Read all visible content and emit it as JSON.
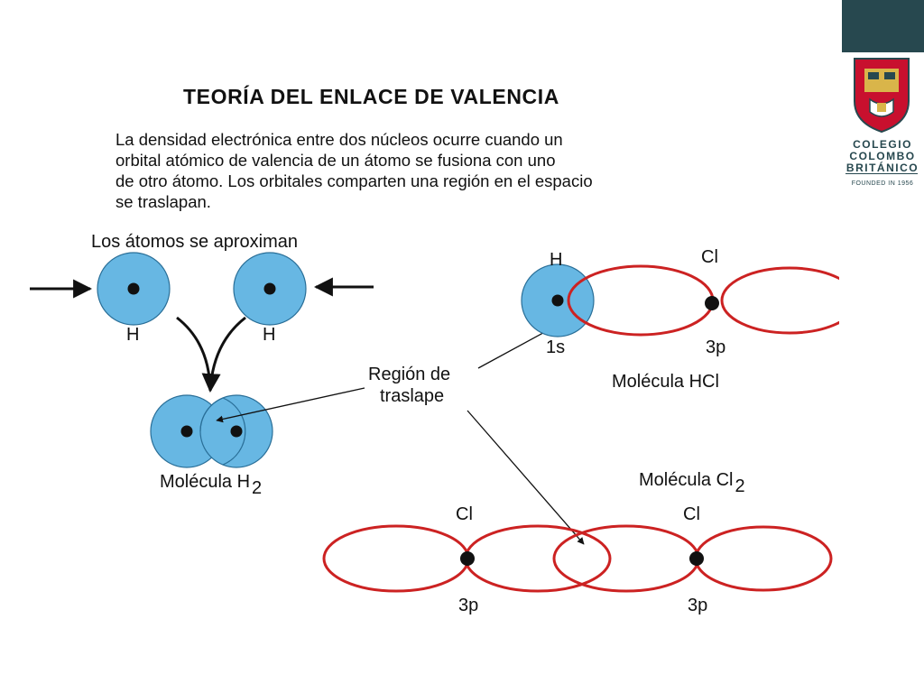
{
  "page": {
    "title": "TEORÍA DEL  ENLACE DE VALENCIA",
    "paragraph_lines": [
      "La densidad electrónica entre dos núcleos ocurre cuando un",
      "orbital atómico de valencia de un átomo se fusiona con uno",
      "de otro átomo. Los orbitales comparten una región en el espacio",
      "se traslapan."
    ]
  },
  "brand": {
    "line1": "COLEGIO",
    "line2": "COLOMBO",
    "line3": "BRITÁNICO",
    "founded": "FOUNDED IN 1956",
    "colors": {
      "dark": "#27484f",
      "crest_red": "#c8102e",
      "crest_gold": "#d9b54a"
    }
  },
  "diagram": {
    "approach_label": "Los átomos se aproximan",
    "atom_left_label": "H",
    "atom_right_label": "H",
    "h2_label": "Molécula H",
    "h2_subscript": "2",
    "overlap_label_line1": "Región de",
    "overlap_label_line2": "traslape",
    "hcl": {
      "h_label": "H",
      "cl_label": "Cl",
      "s_orbital": "1s",
      "p_orbital": "3p",
      "molecule_label": "Molécula HCl"
    },
    "cl2": {
      "molecule_label": "Molécula Cl",
      "molecule_subscript": "2",
      "cl_left_label": "Cl",
      "cl_right_label": "Cl",
      "p_left": "3p",
      "p_right": "3p"
    },
    "colors": {
      "s_orbital_fill": "#67b7e3",
      "orbital_outline": "#cc2222",
      "nucleus": "#111111"
    }
  }
}
